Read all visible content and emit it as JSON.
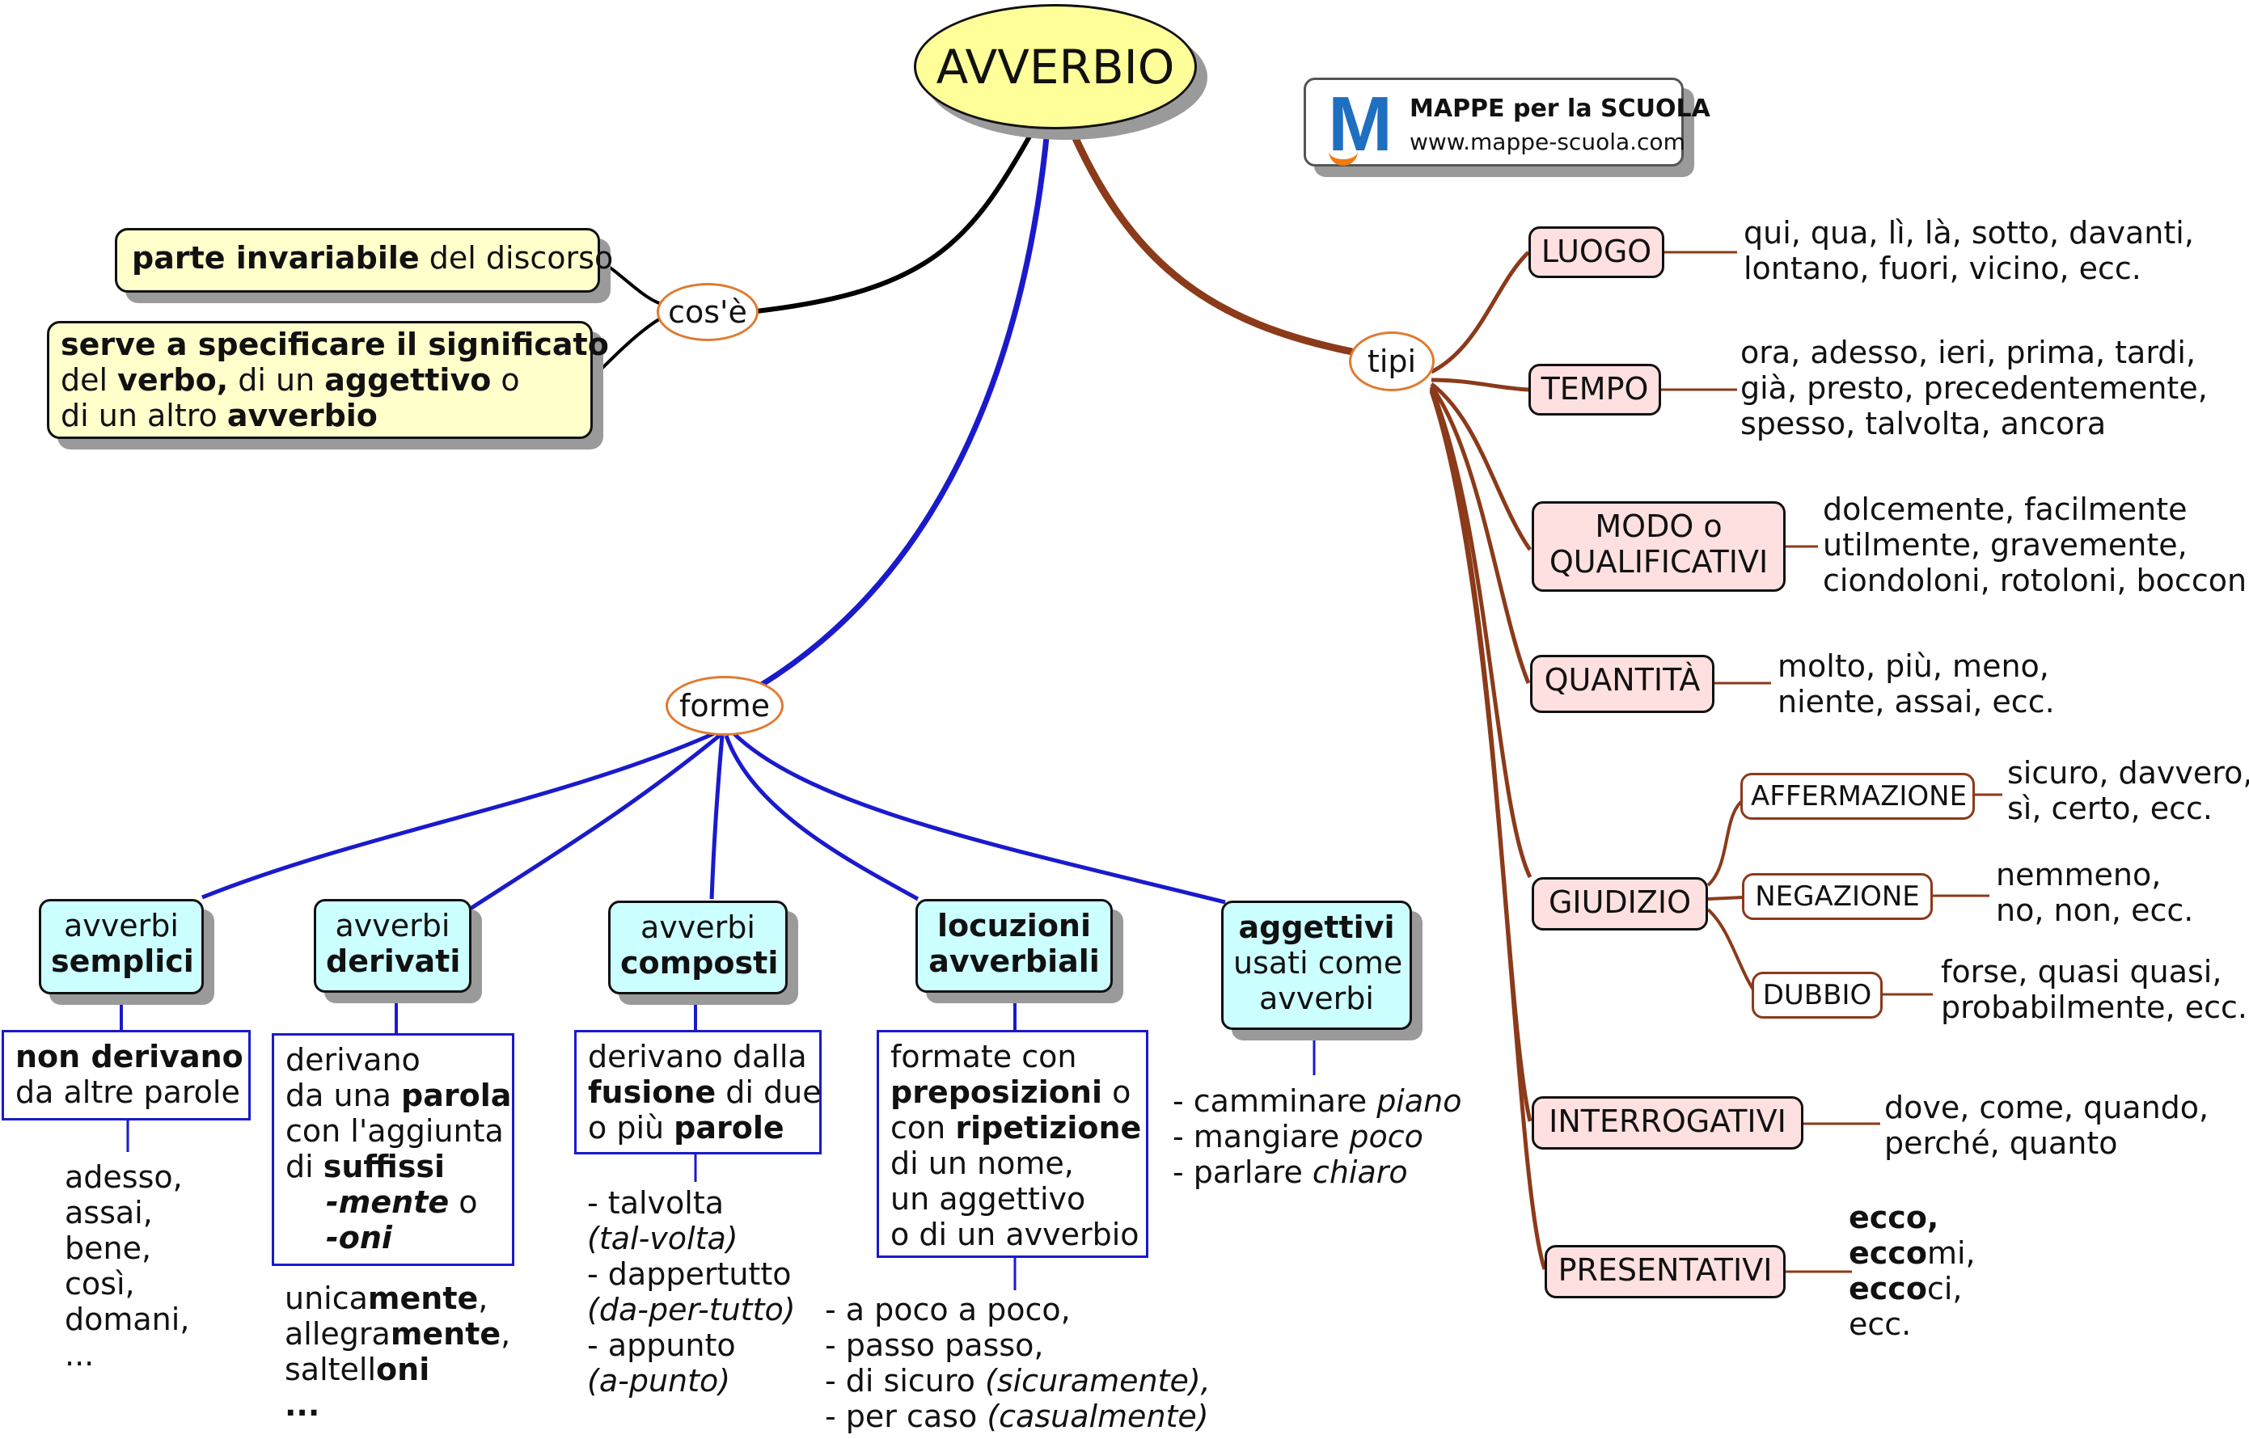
{
  "root": {
    "title": "AVVERBIO"
  },
  "logo": {
    "line1": "MAPPE per la SCUOLA",
    "line2": "www.mappe-scuola.com",
    "mark": "M"
  },
  "colors": {
    "black_branch": "#000000",
    "blue_branch": "#1a1acc",
    "brown_branch": "#8b3a1a",
    "root_fill": "#ffff99",
    "yellow_box": "#ffffcc",
    "cyan_box": "#ccffff",
    "pink_box": "#ffe0e0"
  },
  "cose": {
    "label": "cos'è",
    "box1": {
      "b1": "parte invariabile",
      "t1": " del discorso"
    },
    "box2": {
      "l1b": "serve a specificare il significato",
      "l2a": "del ",
      "l2b": "verbo,",
      "l2c": " di un ",
      "l2d": "aggettivo",
      "l2e": " o",
      "l3a": "di un altro ",
      "l3b": "avverbio"
    }
  },
  "forme": {
    "label": "forme",
    "semplici": {
      "head_a": "avverbi",
      "head_b": "semplici",
      "desc_b": "non derivano",
      "desc_t": "da altre parole",
      "examples": [
        "adesso,",
        "assai,",
        "bene,",
        "così,",
        "domani,",
        "..."
      ]
    },
    "derivati": {
      "head_a": "avverbi",
      "head_b": "derivati",
      "d1": "derivano",
      "d2a": "da una ",
      "d2b": "parola",
      "d3": "con l'aggiunta",
      "d4a": "di ",
      "d4b": "suffissi",
      "d5a": "-mente",
      "d5b": "  o",
      "d6": "-oni",
      "ex1a": "unica",
      "ex1b": "mente",
      "ex1c": ",",
      "ex2a": "allegra",
      "ex2b": "mente",
      "ex2c": ",",
      "ex3a": "saltell",
      "ex3b": "oni",
      "ex4": "..."
    },
    "composti": {
      "head_a": "avverbi",
      "head_b": "composti",
      "d1": "derivano dalla",
      "d2a": "fusione",
      "d2b": " di due",
      "d3a": "o più ",
      "d3b": "parole",
      "examples": [
        "- talvolta",
        "(tal-volta)",
        "-  dappertutto",
        "(da-per-tutto)",
        "- appunto",
        "(a-punto)"
      ]
    },
    "locuzioni": {
      "head_a": "locuzioni",
      "head_b": "avverbiali",
      "d1": "formate con",
      "d2a": "preposizioni",
      "d2b": " o",
      "d3a": "con ",
      "d3b": "ripetizione",
      "d4": "di un nome,",
      "d5": "un aggettivo",
      "d6": "o di un avverbio",
      "ex1": "- a poco a poco,",
      "ex2": "- passo passo,",
      "ex3a": "- di sicuro ",
      "ex3b": "(sicuramente),",
      "ex4a": "- per caso ",
      "ex4b": "(casualmente)"
    },
    "aggettivi": {
      "head_a": "aggettivi",
      "head_b": "usati come",
      "head_c": "avverbi",
      "ex1a": "- camminare ",
      "ex1b": "piano",
      "ex2a": "- mangiare ",
      "ex2b": "poco",
      "ex3a": "- parlare ",
      "ex3b": "chiaro"
    }
  },
  "tipi": {
    "label": "tipi",
    "luogo": {
      "label": "LUOGO",
      "ex": [
        "qui, qua, lì, là, sotto, davanti,",
        "lontano, fuori, vicino, ecc."
      ]
    },
    "tempo": {
      "label": "TEMPO",
      "ex": [
        "ora, adesso, ieri, prima, tardi,",
        "già, presto, precedentemente,",
        "spesso, talvolta, ancora"
      ]
    },
    "modo": {
      "label1": "MODO o",
      "label2": "QUALIFICATIVI",
      "ex": [
        "dolcemente, facilmente",
        "utilmente, gravemente,",
        "ciondoloni, rotoloni, bocconi,"
      ]
    },
    "quantita": {
      "label": "QUANTITÀ",
      "ex": [
        "molto, più, meno,",
        "niente, assai, ecc."
      ]
    },
    "giudizio": {
      "label": "GIUDIZIO",
      "affermazione": {
        "label": "AFFERMAZIONE",
        "ex": [
          "sicuro, davvero,",
          "sì, certo, ecc."
        ]
      },
      "negazione": {
        "label": "NEGAZIONE",
        "ex": [
          "nemmeno,",
          "no, non, ecc."
        ]
      },
      "dubbio": {
        "label": "DUBBIO",
        "ex": [
          "forse, quasi quasi,",
          "probabilmente, ecc."
        ]
      }
    },
    "interrogativi": {
      "label": "INTERROGATIVI",
      "ex": [
        "dove, come, quando,",
        "perché, quanto"
      ]
    },
    "presentativi": {
      "label": "PRESENTATIVI",
      "ex1": "ecco,",
      "ex2a": "ecco",
      "ex2b": "mi,",
      "ex3a": "ecco",
      "ex3b": "ci,",
      "ex4": "ecc."
    }
  }
}
